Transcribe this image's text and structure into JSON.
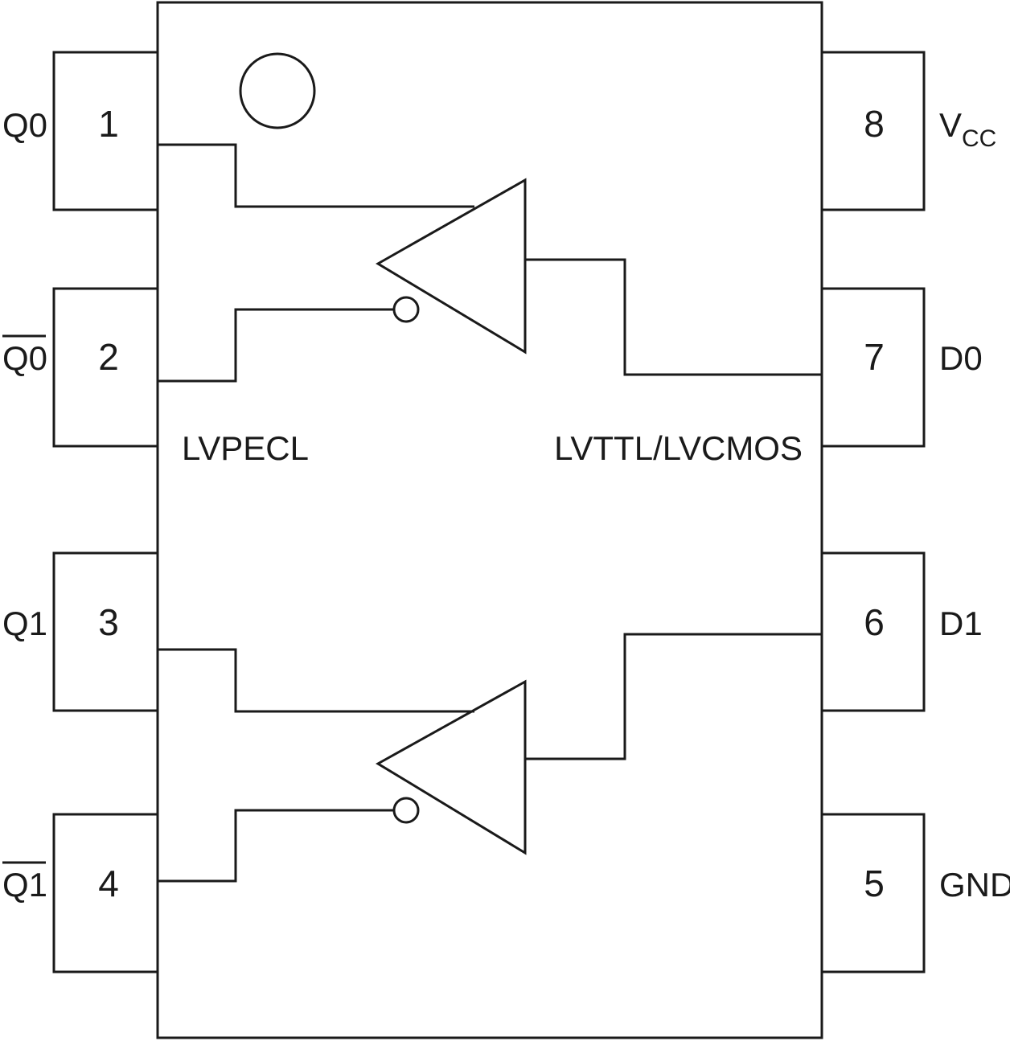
{
  "pins": [
    {
      "number": "1",
      "label": "Q0"
    },
    {
      "number": "2",
      "label": "Q0"
    },
    {
      "number": "3",
      "label": "Q1"
    },
    {
      "number": "4",
      "label": "Q1"
    },
    {
      "number": "5",
      "label": "GND"
    },
    {
      "number": "6",
      "label": "D1"
    },
    {
      "number": "7",
      "label": "D0"
    },
    {
      "number": "8",
      "label": "V",
      "label_sub": "CC"
    }
  ],
  "center_labels": {
    "left": "LVPECL",
    "right": "LVTTL/LVCMOS"
  }
}
